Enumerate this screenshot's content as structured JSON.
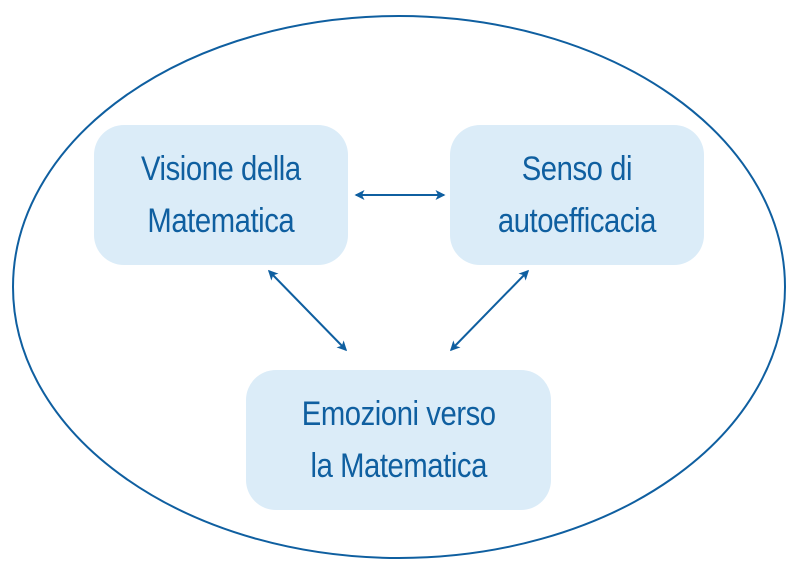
{
  "colors": {
    "outline": "#0f5fa0",
    "box_fill": "#dbecf8",
    "text": "#0f5fa0",
    "background": "#ffffff"
  },
  "nodes": {
    "visione": {
      "line1": "Visione della",
      "line2": "Matematica"
    },
    "senso": {
      "line1": "Senso di",
      "line2": "autoefficacia"
    },
    "emozioni": {
      "line1": "Emozioni verso",
      "line2": "la Matematica"
    }
  },
  "connections": [
    {
      "from": "visione",
      "to": "senso",
      "type": "bidirectional-arrow"
    },
    {
      "from": "visione",
      "to": "emozioni",
      "type": "bidirectional-arrow"
    },
    {
      "from": "senso",
      "to": "emozioni",
      "type": "bidirectional-arrow"
    }
  ]
}
